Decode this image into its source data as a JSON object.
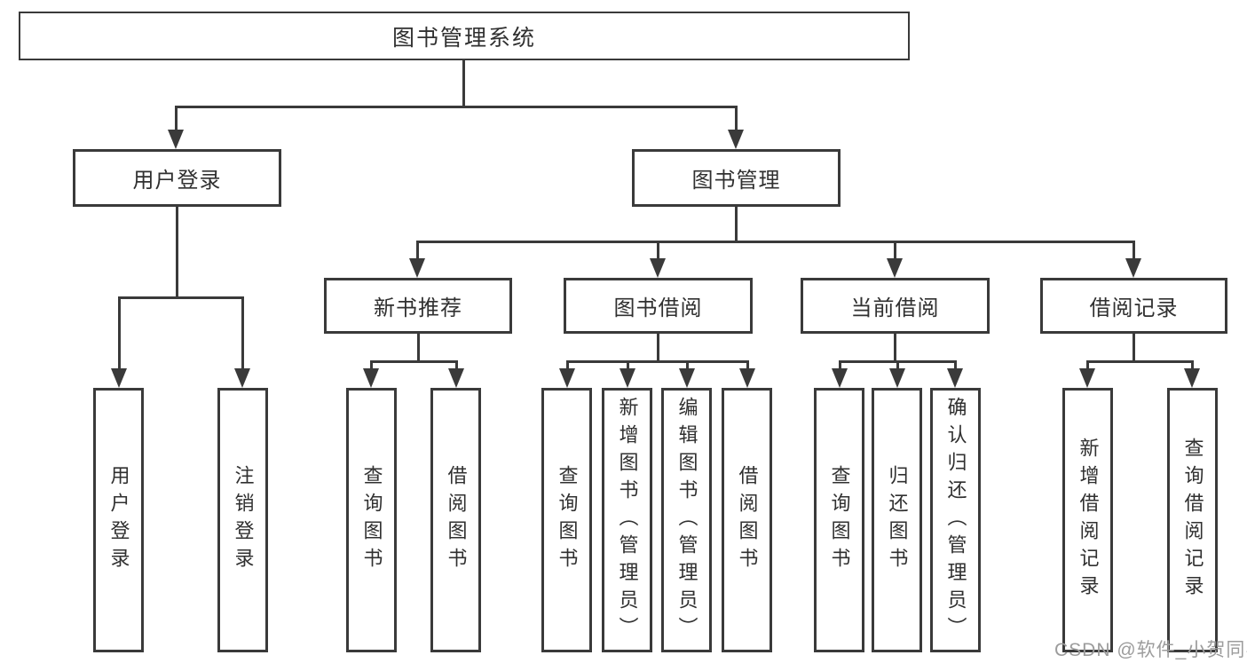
{
  "diagram": {
    "root": "图书管理系统",
    "user_login_branch": {
      "label": "用户登录",
      "children": [
        "用户登录",
        "注销登录"
      ]
    },
    "book_mgmt_branch": {
      "label": "图书管理",
      "children": [
        {
          "label": "新书推荐",
          "children": [
            "查询图书",
            "借阅图书"
          ]
        },
        {
          "label": "图书借阅",
          "children": [
            "查询图书",
            "新增图书（管理员）",
            "编辑图书（管理员）",
            "借阅图书"
          ]
        },
        {
          "label": "当前借阅",
          "children": [
            "查询图书",
            "归还图书",
            "确认归还（管理员）"
          ]
        },
        {
          "label": "借阅记录",
          "children": [
            "新增借阅记录",
            "查询借阅记录"
          ]
        }
      ]
    },
    "watermark": "CSDN @软件_小贺同学",
    "colors": {
      "line": "#3a3a3a",
      "text": "#303030",
      "watermark": "#9c9c9c",
      "background": "#ffffff"
    }
  }
}
